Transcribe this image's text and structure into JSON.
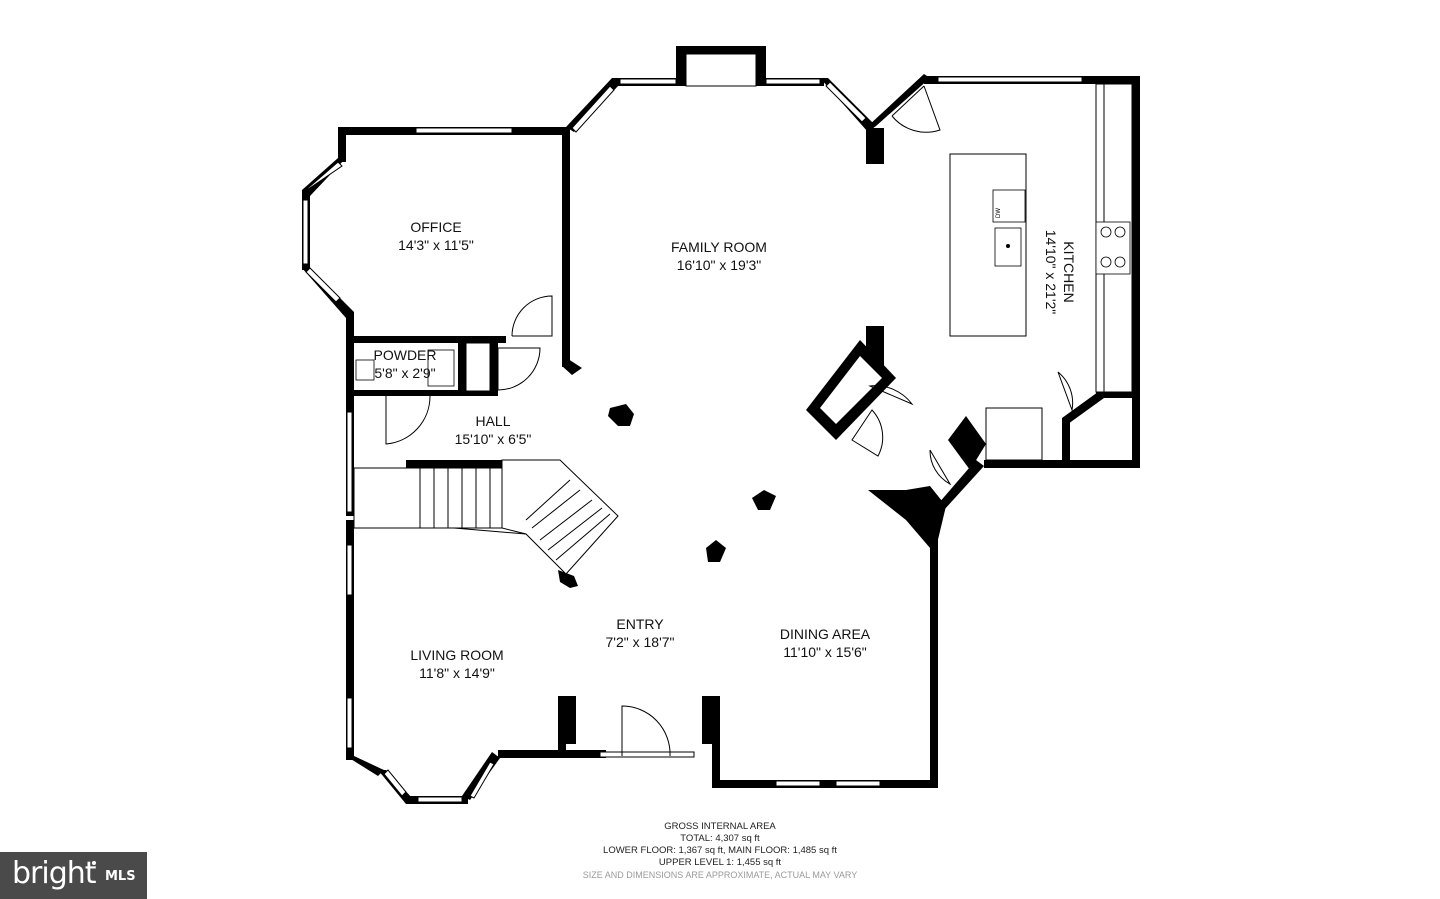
{
  "rooms": {
    "office": {
      "name": "OFFICE",
      "dims": "14'3\" x 11'5\""
    },
    "family_room": {
      "name": "FAMILY ROOM",
      "dims": "16'10\" x 19'3\""
    },
    "kitchen": {
      "name": "KITCHEN",
      "dims": "14'10\" x 21'2\""
    },
    "powder": {
      "name": "POWDER",
      "dims": "5'8\" x 2'9\""
    },
    "hall": {
      "name": "HALL",
      "dims": "15'10\" x 6'5\""
    },
    "entry": {
      "name": "ENTRY",
      "dims": "7'2\" x 18'7\""
    },
    "dining_area": {
      "name": "DINING AREA",
      "dims": "11'10\" x 15'6\""
    },
    "living_room": {
      "name": "LIVING ROOM",
      "dims": "11'8\" x 14'9\""
    }
  },
  "area_summary": {
    "heading": "GROSS INTERNAL AREA",
    "total": "TOTAL: 4,307 sq ft",
    "floors": "LOWER FLOOR: 1,367 sq ft, MAIN FLOOR: 1,485 sq ft",
    "upper": "UPPER LEVEL 1: 1,455 sq ft",
    "disclaimer": "SIZE AND DIMENSIONS ARE APPROXIMATE, ACTUAL MAY VARY"
  },
  "logo": {
    "brand": "bright",
    "suffix": "MLS"
  },
  "fixture_labels": {
    "dishwasher": "DW"
  }
}
